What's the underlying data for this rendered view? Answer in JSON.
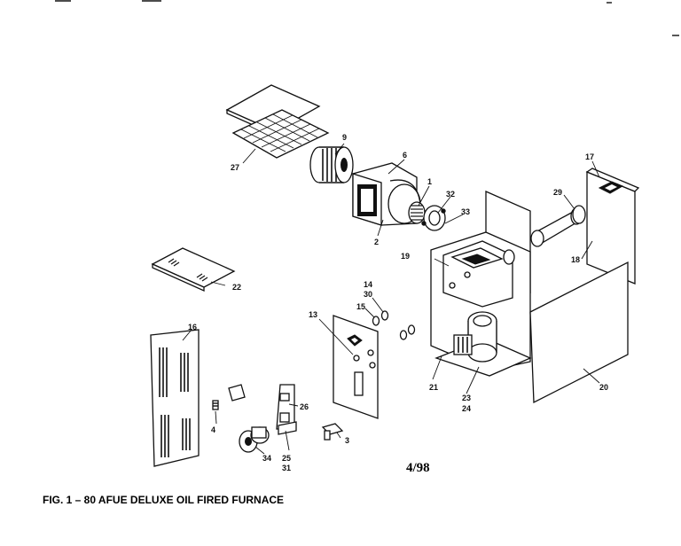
{
  "diagram": {
    "caption": "FIG. 1 – 80 AFUE DELUXE OIL FIRED FURNACE",
    "date_code": "4/98",
    "callouts": {
      "c1": "1",
      "c2": "2",
      "c3": "3",
      "c4": "4",
      "c6": "6",
      "c9": "9",
      "c13": "13",
      "c14": "14",
      "c30": "30",
      "c15": "15",
      "c16": "16",
      "c17": "17",
      "c18": "18",
      "c19": "19",
      "c20": "20",
      "c21": "21",
      "c22": "22",
      "c23": "23",
      "c24": "24",
      "c25": "25",
      "c31": "31",
      "c26": "26",
      "c27": "27",
      "c29": "29",
      "c32": "32",
      "c33": "33",
      "c34": "34"
    }
  }
}
